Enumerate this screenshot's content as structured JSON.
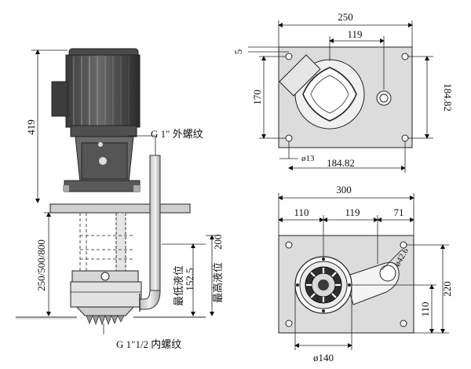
{
  "side_view": {
    "height_419": "419",
    "shaft_lengths": "250/500/800",
    "outlet_thread": "G 1\" 外螺纹",
    "inlet_thread": "G 1\"1/2 内螺纹",
    "min_level_value": "152.5",
    "min_level_label": "最低液位",
    "max_level_label": "最高液位",
    "max_level_value": "200"
  },
  "top_view": {
    "width_250": "250",
    "offset_119": "119",
    "gap_5": "5",
    "height_170": "170",
    "height_184": "184.82",
    "hole_13": "ø13",
    "width_184": "184.82"
  },
  "bottom_view": {
    "width_300": "300",
    "seg_110": "110",
    "seg_119": "119",
    "seg_71": "71",
    "dia_42": "ø42.6",
    "height_220": "220",
    "height_110": "110",
    "dia_140": "ø140"
  },
  "colors": {
    "motor": "#5a5a5a",
    "motor_dark": "#2e2e2e",
    "plate": "#dcdcdc",
    "line": "#222222"
  }
}
